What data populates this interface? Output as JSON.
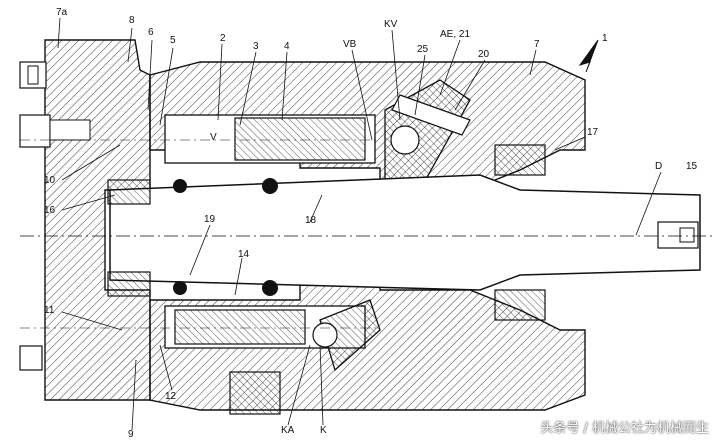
{
  "labels": {
    "l7a": "7a",
    "l8": "8",
    "l6": "6",
    "l5": "5",
    "l2": "2",
    "l3": "3",
    "l4": "4",
    "lVB": "VB",
    "lKV": "KV",
    "l25": "25",
    "lAE21": "AE, 21",
    "l20": "20",
    "l7": "7",
    "l1": "1",
    "l17": "17",
    "lD": "D",
    "l15": "15",
    "l10": "10",
    "l16": "16",
    "l18": "18",
    "l19": "19",
    "l14": "14",
    "l11": "11",
    "l9": "9",
    "l12": "12",
    "lKA": "KA",
    "lK": "K",
    "lV": "V"
  },
  "watermark": "头条号 / 机械公社为机械而生",
  "colors": {
    "line": "#111111",
    "background": "#ffffff"
  }
}
